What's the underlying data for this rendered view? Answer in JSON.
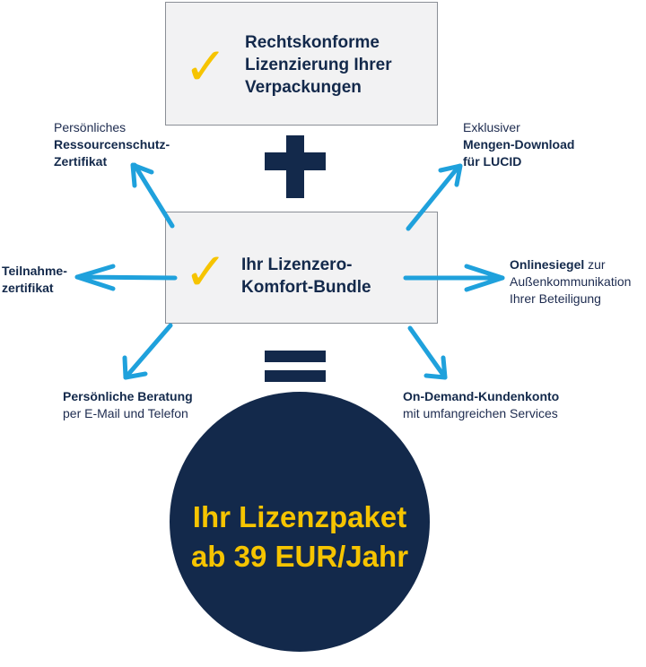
{
  "top_box": {
    "title": "Rechtskonforme\nLizenzierung Ihrer\nVerpackungen",
    "check": "✓"
  },
  "middle_box": {
    "title": "Ihr Lizenzero-\nKomfort-Bundle",
    "check": "✓"
  },
  "labels": {
    "top_left": {
      "line1": "Persönliches",
      "line2": "Ressourcenschutz-",
      "line3": "Zertifikat"
    },
    "top_right": {
      "line1": "Exklusiver",
      "line2": "Mengen-Download",
      "line3": "für LUCID"
    },
    "left": {
      "line1": "Teilnahme-",
      "line2": "zertifikat"
    },
    "right": {
      "bold": "Onlinesiegel",
      "rest": " zur",
      "line2": "Außenkommunikation",
      "line3": "Ihrer Beteiligung"
    },
    "bottom_left": {
      "line1": "Persönliche Beratung",
      "line2": "per E-Mail und Telefon"
    },
    "bottom_right": {
      "line1": "On-Demand-Kundenkonto",
      "line2": "mit umfangreichen Services"
    }
  },
  "circle": {
    "text": "Ihr Lizenzpaket\nab 39 EUR/Jahr"
  },
  "colors": {
    "navy": "#13294b",
    "yellow": "#f6c400",
    "arrow": "#1fa1dc",
    "box_bg": "#f2f2f3"
  }
}
